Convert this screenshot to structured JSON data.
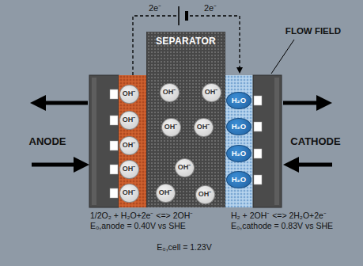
{
  "diagram": {
    "nodes": [
      {
        "text": [
          "SEPARATOR"
        ]
      },
      {
        "text": [
          "OH⁻"
        ]
      },
      {
        "text": [
          "OH⁻"
        ]
      },
      {
        "text": [
          "OH⁻"
        ]
      },
      {
        "text": [
          "OH⁻"
        ]
      },
      {
        "text": [
          "OH⁻"
        ]
      },
      {
        "text": [
          "OH⁻"
        ],
        "in": 0
      },
      {
        "text": [
          "OH⁻"
        ],
        "in": 0
      },
      {
        "text": [
          "OH⁻"
        ],
        "in": 0
      },
      {
        "text": [
          "OH⁻"
        ],
        "in": 0
      },
      {
        "text": [
          "OH⁻"
        ],
        "in": 0
      },
      {
        "text": [
          "OH⁻"
        ],
        "in": 0
      },
      {
        "text": [
          "OH⁻"
        ],
        "in": 0
      },
      {
        "text": [
          "H₂O"
        ]
      },
      {
        "text": [
          "H₂O"
        ]
      },
      {
        "text": [
          "H₂O"
        ]
      },
      {
        "text": [
          "H₂O"
        ]
      }
    ],
    "labels": [
      "2e⁻",
      "2e⁻",
      "FLOW FIELD",
      "ANODE",
      "CATHODE",
      "1/2O₂ + H₂O+2e⁻ <=> 2OH⁻",
      "E₀,anode = 0.40V vs SHE",
      "H₂ + 2OH⁻ <=> 2H₂O+2e⁻",
      "E₀,cathode = 0.83V vs SHE",
      "E₀,cell = 1.23V"
    ]
  }
}
